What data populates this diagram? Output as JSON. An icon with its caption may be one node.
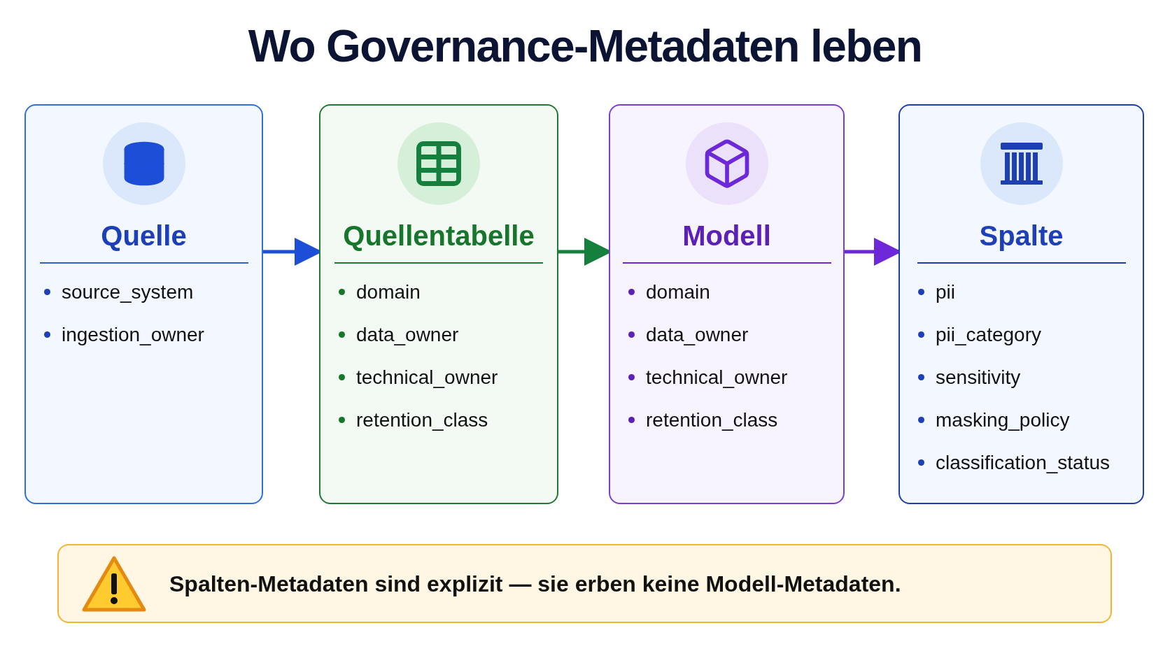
{
  "diagram": {
    "title": "Wo Governance-Metadaten leben",
    "nodes": [
      {
        "text": [
          "Quelle",
          "source_system",
          "ingestion_owner"
        ]
      },
      {
        "text": [
          "Quellentabelle",
          "domain",
          "data_owner",
          "technical_owner",
          "retention_class"
        ]
      },
      {
        "text": [
          "Modell",
          "domain",
          "data_owner",
          "technical_owner",
          "retention_class"
        ]
      },
      {
        "text": [
          "Spalte",
          "pii",
          "pii_category",
          "sensitivity",
          "masking_policy",
          "classification_status"
        ]
      },
      {
        "text": [
          "Spalten-Metadaten sind explizit — sie erben keine Modell-Metadaten."
        ]
      }
    ],
    "edges": [
      {
        "from": 0,
        "to": 1,
        "arrow": "to",
        "color": "#1d4ed8"
      },
      {
        "from": 1,
        "to": 2,
        "arrow": "to",
        "color": "#15803d"
      },
      {
        "from": 2,
        "to": 3,
        "arrow": "to",
        "color": "#6d28d9"
      }
    ]
  }
}
